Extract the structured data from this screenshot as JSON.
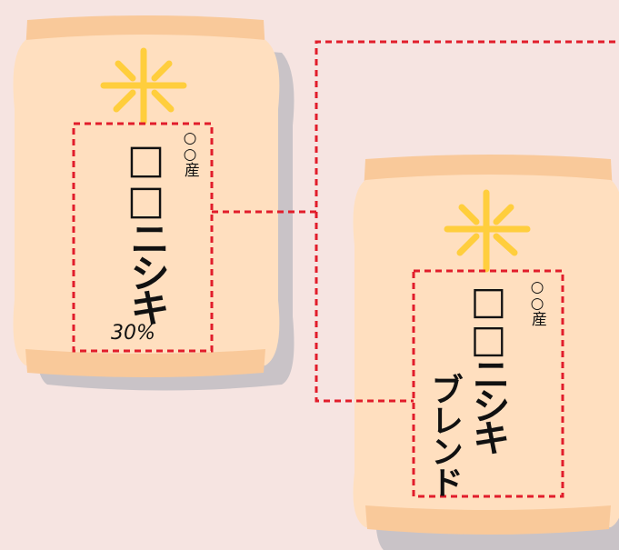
{
  "bag_left": {
    "origin": "○○産",
    "variety": "□□ニシキ",
    "ratio": "30%"
  },
  "bag_right": {
    "origin": "○○産",
    "variety": "□□ニシキ",
    "blend": "ブレンド"
  },
  "colors": {
    "background": "#f6e4e1",
    "bag_body": "#ffdfbf",
    "bag_edge": "#f9c99a",
    "shadow": "#c9c3c7",
    "rice_symbol": "#ffce3d",
    "dashed_line": "#e11d2b"
  },
  "icons": [
    "rice-kanji-icon",
    "rice-kanji-icon"
  ]
}
